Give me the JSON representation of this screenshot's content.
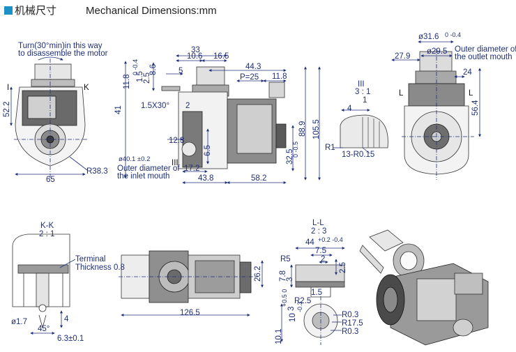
{
  "header": {
    "title_cn": "机械尺寸",
    "title_en": "Mechanical Dimensions:mm",
    "accent": "#1e90c8"
  },
  "front_view": {
    "note_line1": "Turn(30°min)in this way",
    "note_line2": "to disassemble the motor",
    "dim_height": "52.2",
    "dim_width": "65",
    "dim_radius": "R38.3",
    "mark_k": "K",
    "mark_i": "I"
  },
  "side_view": {
    "dim_33": "33",
    "dim_10_6": "10.6",
    "dim_16_5": "16.5",
    "dim_44_3": "44.3",
    "dim_pitch": "P=25",
    "dim_11_8_top": "11.8",
    "dim_11_8_left": "11.8",
    "tol_11_8": "0 -0.4",
    "dim_1_5": "1.5",
    "dim_2_5": "2.5",
    "dim_8_6": "8.6",
    "dim_5": "5",
    "dim_chamfer": "1.5X30°",
    "dim_2": "2",
    "dim_41": "41",
    "dim_12_3": "12.3",
    "dim_6_5": "6.5",
    "dim_17_2": "17.2",
    "dim_43_8": "43.8",
    "dim_58_2": "58.2",
    "dim_88_9": "88.9",
    "dim_105_5": "105.5",
    "dim_32_5": "32.5",
    "tol_32_5": "0 -0.5",
    "dim_inlet": "ø40.1 ±0.2",
    "inlet_label_1": "Outer diameter of",
    "inlet_label_2": "the  inlet mouth",
    "mark_iii": "III"
  },
  "detail_iii": {
    "title": "III",
    "scale": "3 : 1",
    "dim_4": "4",
    "dim_1": "1",
    "dim_r1": "R1",
    "dim_r015": "13-R0.15"
  },
  "right_view": {
    "dim_outlet": "ø31.6",
    "tol_outlet": "0 -0.4",
    "outlet_label_1": "Outer diameter of",
    "outlet_label_2": "the outlet mouth",
    "dim_27_9": "27.9",
    "dim_29_5": "ø29.5",
    "dim_24": "24",
    "dim_56_4": "56.4",
    "mark_l": "L"
  },
  "section_kk": {
    "title": "K-K",
    "scale": "2 : 1",
    "terminal_1": "Terminal",
    "terminal_2": "Thickness 0.8",
    "dim_dia": "ø1.7",
    "dim_angle": "45°",
    "dim_4": "4",
    "dim_width": "6.3±0.1"
  },
  "bottom_view": {
    "dim_26_2": "26.2",
    "dim_126_5": "126.5"
  },
  "section_ll": {
    "title": "L-L",
    "scale": "2 : 3",
    "dim_44": "44",
    "tol_44": "+0.2 -0.4",
    "dim_7_5": "7.5",
    "dim_2": "2",
    "dim_2_5": "2.5",
    "dim_r5": "R5",
    "dim_7_8": "7.8",
    "dim_3": "3",
    "dim_1_5": "1.5",
    "dim_r2_5": "R2.5",
    "dim_3b": "3",
    "tol_3": "+0.5 0",
    "dim_10": "10",
    "tol_10": "-0.3",
    "dim_r0_3a": "R0.3",
    "dim_r17_5": "R17.5",
    "dim_r0_3b": "R0.3",
    "dim_10_1": "10.1"
  }
}
